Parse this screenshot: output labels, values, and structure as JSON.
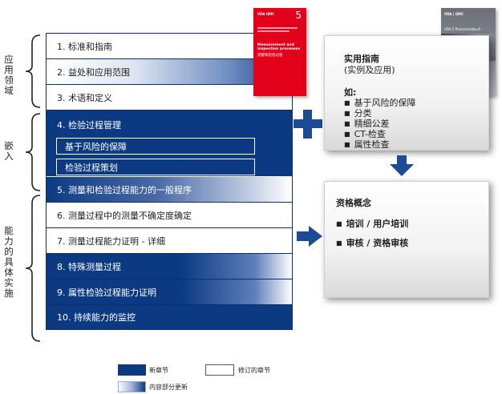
{
  "side_labels": {
    "application": "应用领域",
    "embedding": "嵌入",
    "implementation": "能力的具体实施"
  },
  "chapters": [
    {
      "id": "1",
      "label": "1. 标准和指南",
      "style": "white"
    },
    {
      "id": "2",
      "label": "2. 益处和应用范围",
      "style": "gradient"
    },
    {
      "id": "3",
      "label": "3. 术语和定义",
      "style": "white"
    },
    {
      "id": "4",
      "label": "4. 检验过程管理",
      "style": "new",
      "subs": [
        "基于风险的保障",
        "检验过程策划"
      ]
    },
    {
      "id": "5",
      "label": "5. 测量和检验过程能力的一般程序",
      "style": "new-fade"
    },
    {
      "id": "6",
      "label": "6. 测量过程中的测量不确定度确定",
      "style": "white"
    },
    {
      "id": "7",
      "label": "7. 测量过程能力证明 - 详细",
      "style": "white"
    },
    {
      "id": "8",
      "label": "8. 特殊测量过程",
      "style": "new-grad"
    },
    {
      "id": "9",
      "label": "9. 属性检验过程能力证明",
      "style": "new-grad"
    },
    {
      "id": "10",
      "label": "10. 持续能力的监控",
      "style": "new"
    }
  ],
  "red_cover": {
    "number": "5",
    "brand": "VDA QMC",
    "title_en": "Measurement and inspection processes",
    "title_cn": "测量和检验过程"
  },
  "grey_cover": {
    "brand": "VDA | QMC",
    "title": "VDA 5 Praxishandbuch"
  },
  "guide_panel": {
    "title": "实用指南",
    "subtitle": "(实例及应用)",
    "example_label": "如:",
    "items": [
      "基于风险的保障",
      "分类",
      "精细公差",
      "CT-检查",
      "属性检查"
    ]
  },
  "qual_panel": {
    "title": "资格概念",
    "items": [
      "培训 / 用户培训",
      "审核 / 资格审核"
    ]
  },
  "legend": {
    "new": "新章节",
    "revised": "修订的章节",
    "partial": "内容部分更新"
  },
  "colors": {
    "navy": "#0b3a83",
    "red": "#e3001b",
    "arrow": "#1a4b94"
  }
}
